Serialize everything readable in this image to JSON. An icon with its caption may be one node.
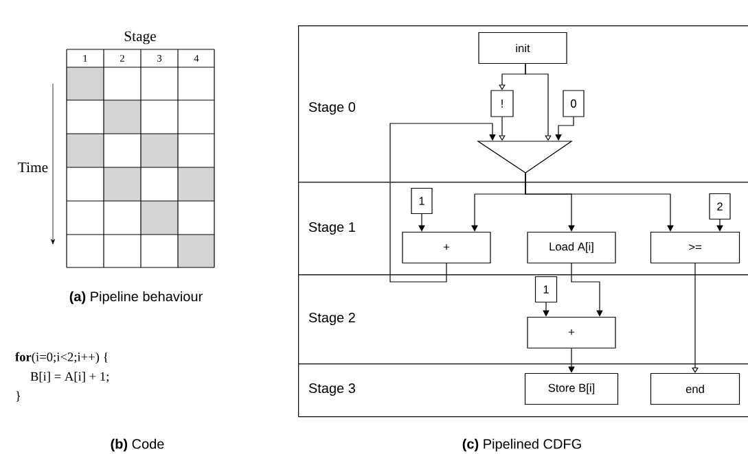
{
  "diagram": {
    "nodes": [
      {
        "text": [
          "Stage 0"
        ]
      },
      {
        "text": [
          "init"
        ],
        "in": 0
      },
      {
        "text": [
          "!"
        ],
        "in": 0
      },
      {
        "text": [
          "0"
        ],
        "in": 0
      },
      {
        "text": [],
        "shape": "triangle",
        "in": 0
      },
      {
        "text": [
          "Stage 1"
        ]
      },
      {
        "text": [
          "1"
        ],
        "in": 5
      },
      {
        "text": [
          "+"
        ],
        "in": 5
      },
      {
        "text": [
          "Load A[i]"
        ],
        "in": 5
      },
      {
        "text": [
          "2"
        ],
        "in": 5
      },
      {
        "text": [
          ">="
        ],
        "in": 5
      },
      {
        "text": [
          "Stage 2"
        ]
      },
      {
        "text": [
          "1"
        ],
        "in": 11
      },
      {
        "text": [
          "+"
        ],
        "in": 11
      },
      {
        "text": [
          "Stage 3"
        ]
      },
      {
        "text": [
          "Store B[i]"
        ],
        "in": 14
      },
      {
        "text": [
          "end"
        ],
        "in": 14
      }
    ],
    "edges": [
      {
        "from": 1,
        "to": 2,
        "arrow": "to"
      },
      {
        "from": 1,
        "to": 4,
        "arrow": "to"
      },
      {
        "from": 2,
        "to": 4,
        "arrow": "to"
      },
      {
        "from": 3,
        "to": 4,
        "arrow": "to"
      },
      {
        "from": 7,
        "to": 4,
        "arrow": "to"
      },
      {
        "from": 4,
        "to": 7,
        "arrow": "to"
      },
      {
        "from": 4,
        "to": 8,
        "arrow": "to"
      },
      {
        "from": 4,
        "to": 10,
        "arrow": "to"
      },
      {
        "from": 6,
        "to": 7,
        "arrow": "to"
      },
      {
        "from": 9,
        "to": 10,
        "arrow": "to"
      },
      {
        "from": 8,
        "to": 13,
        "arrow": "to"
      },
      {
        "from": 12,
        "to": 13,
        "arrow": "to"
      },
      {
        "from": 13,
        "to": 15,
        "arrow": "to"
      },
      {
        "from": 10,
        "to": 16,
        "arrow": "to"
      }
    ],
    "labels": [
      "Stage",
      "1",
      "2",
      "3",
      "4",
      "Time",
      "**(a)** Pipeline behaviour",
      "**for**(i=0;i<2;i++) {",
      "B[i] = A[i] + 1;",
      "}",
      "**(b)** Code",
      "**(c)** Pipelined CDFG"
    ]
  }
}
